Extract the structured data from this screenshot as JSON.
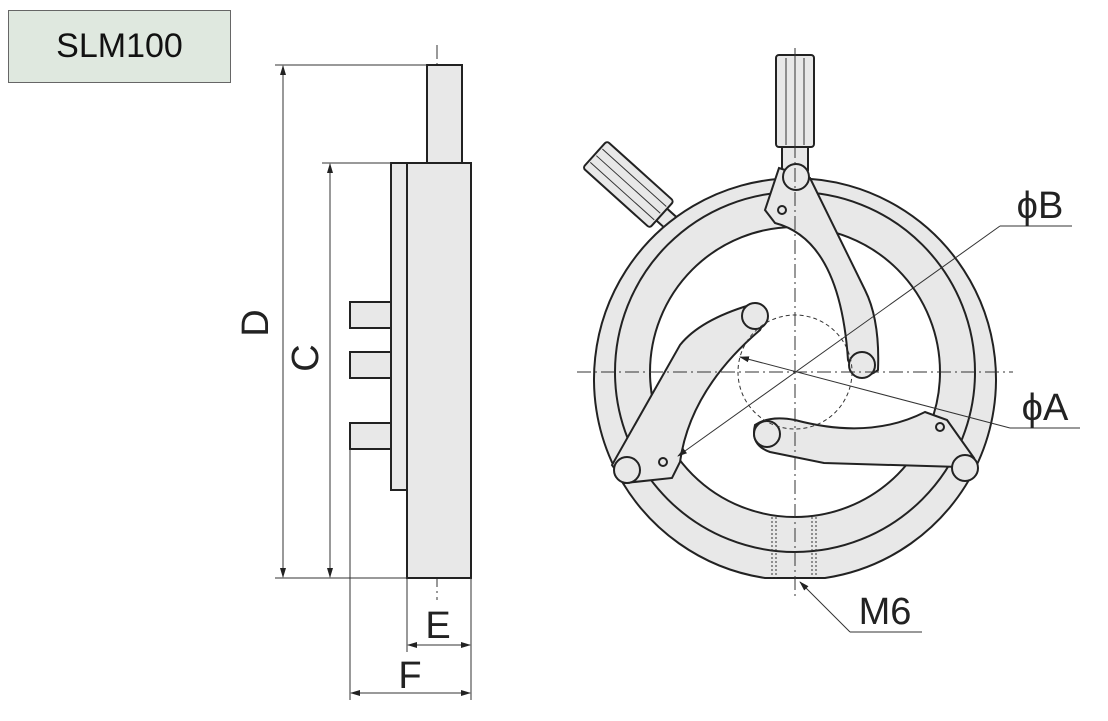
{
  "title": "SLM100",
  "dimensions": {
    "D": "D",
    "C": "C",
    "E": "E",
    "F": "F",
    "phi_B": "ϕB",
    "phi_A": "ϕA",
    "thread": "M6"
  },
  "colors": {
    "title_bg": "#dfe8df",
    "part_fill": "#e8e8e8"
  }
}
